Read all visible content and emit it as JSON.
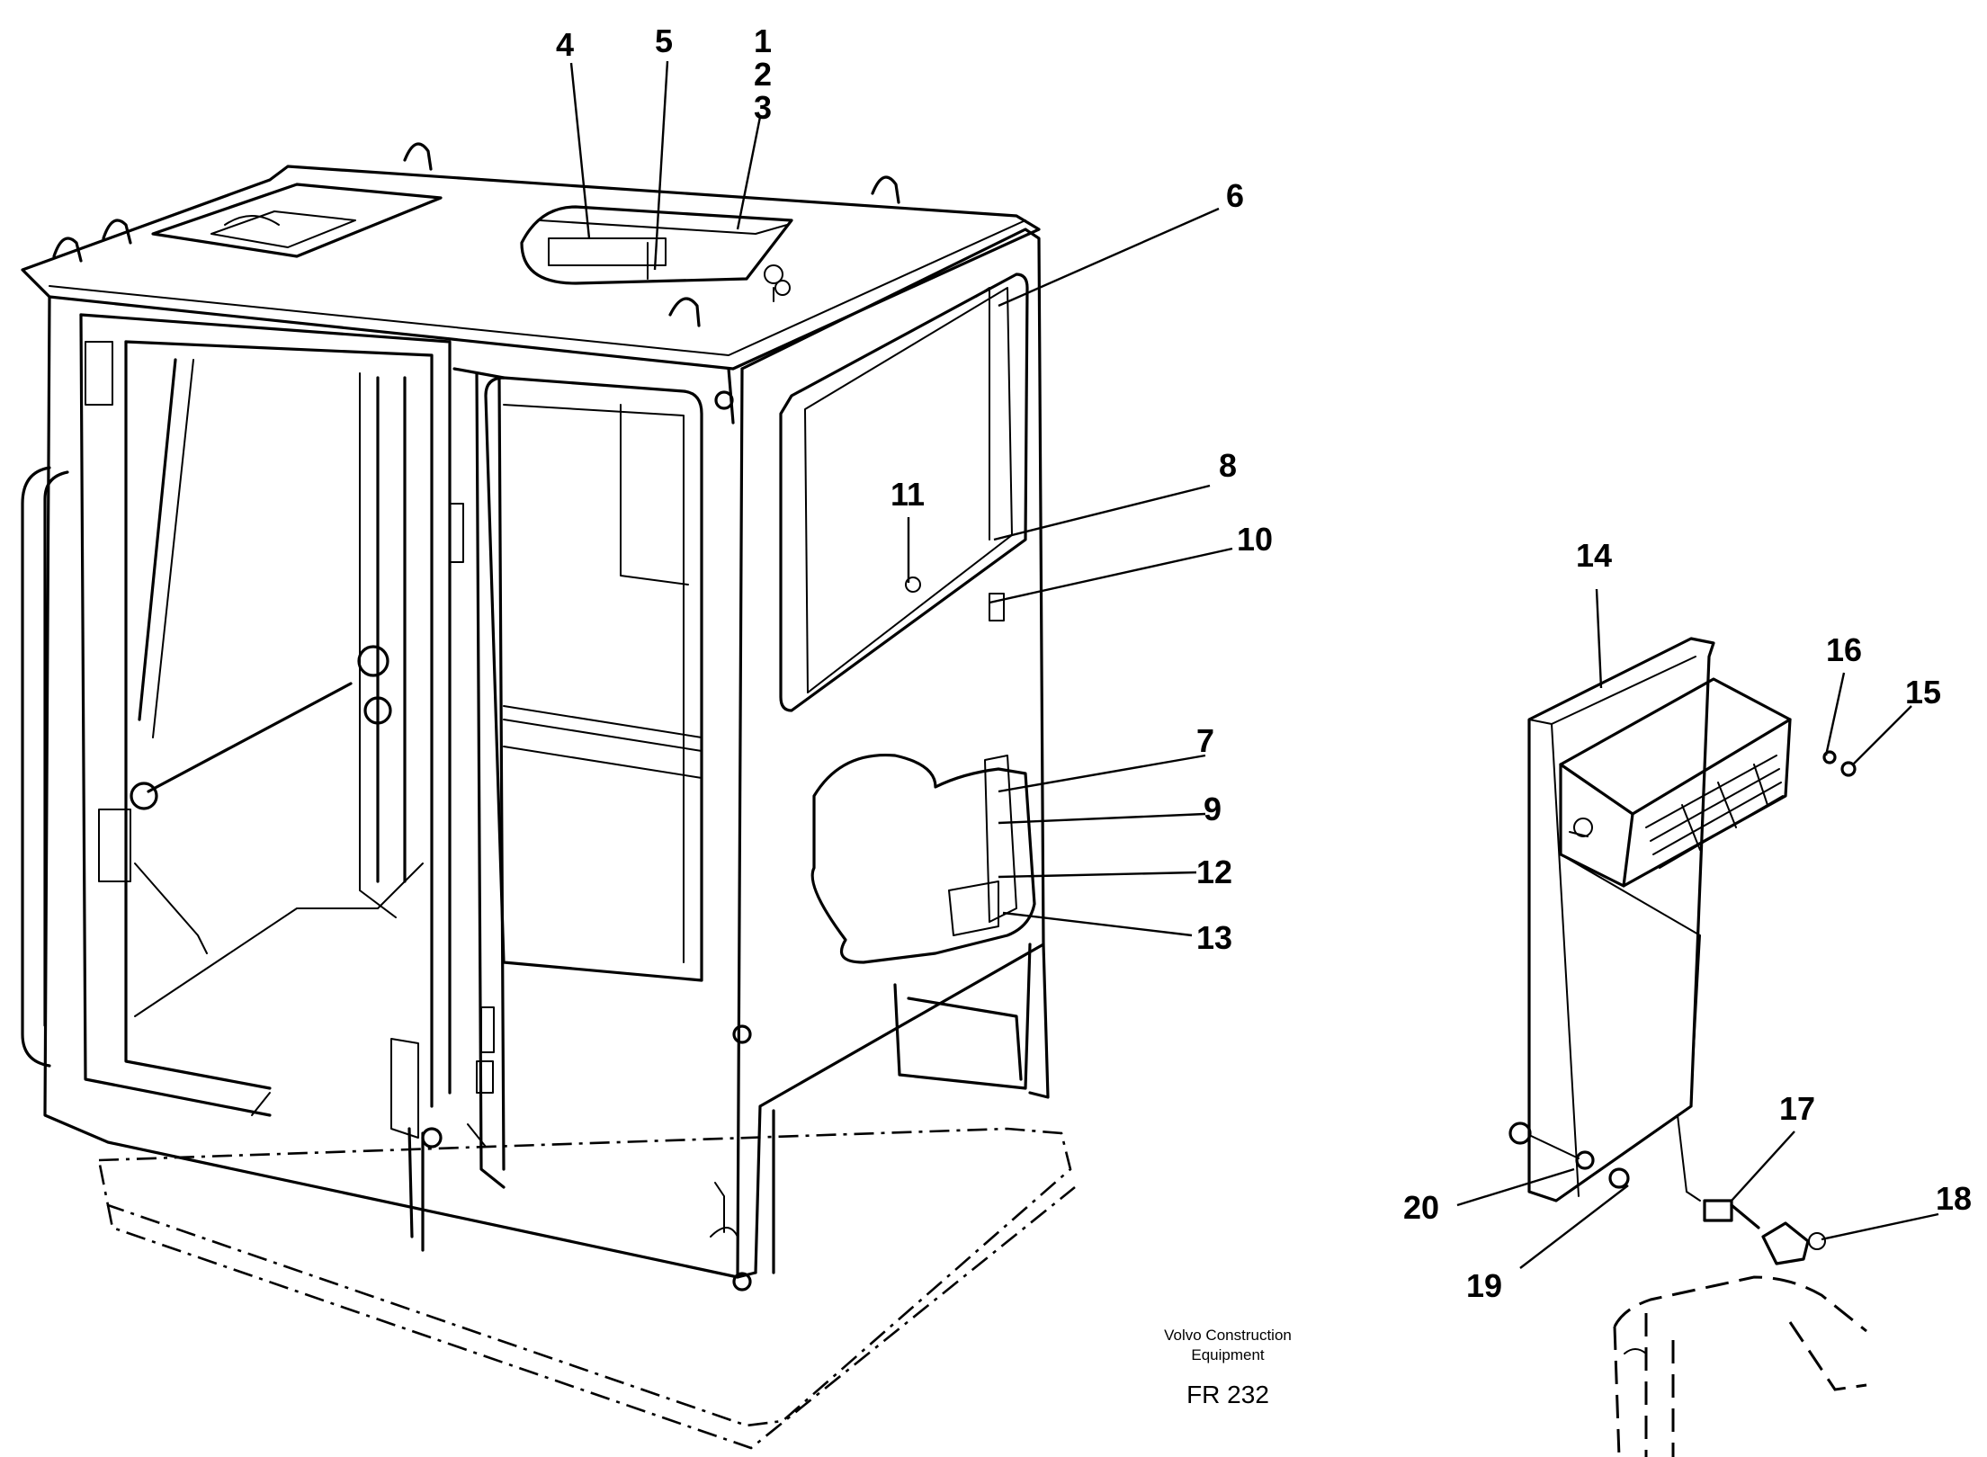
{
  "callouts": {
    "c1": "1",
    "c2": "2",
    "c3": "3",
    "c4": "4",
    "c5": "5",
    "c6": "6",
    "c7": "7",
    "c8": "8",
    "c9": "9",
    "c10": "10",
    "c11": "11",
    "c12": "12",
    "c13": "13",
    "c14": "14",
    "c15": "15",
    "c16": "16",
    "c17": "17",
    "c18": "18",
    "c19": "19",
    "c20": "20"
  },
  "caption": {
    "line1": "Volvo Construction",
    "line2": "Equipment",
    "code": "FR 232"
  }
}
